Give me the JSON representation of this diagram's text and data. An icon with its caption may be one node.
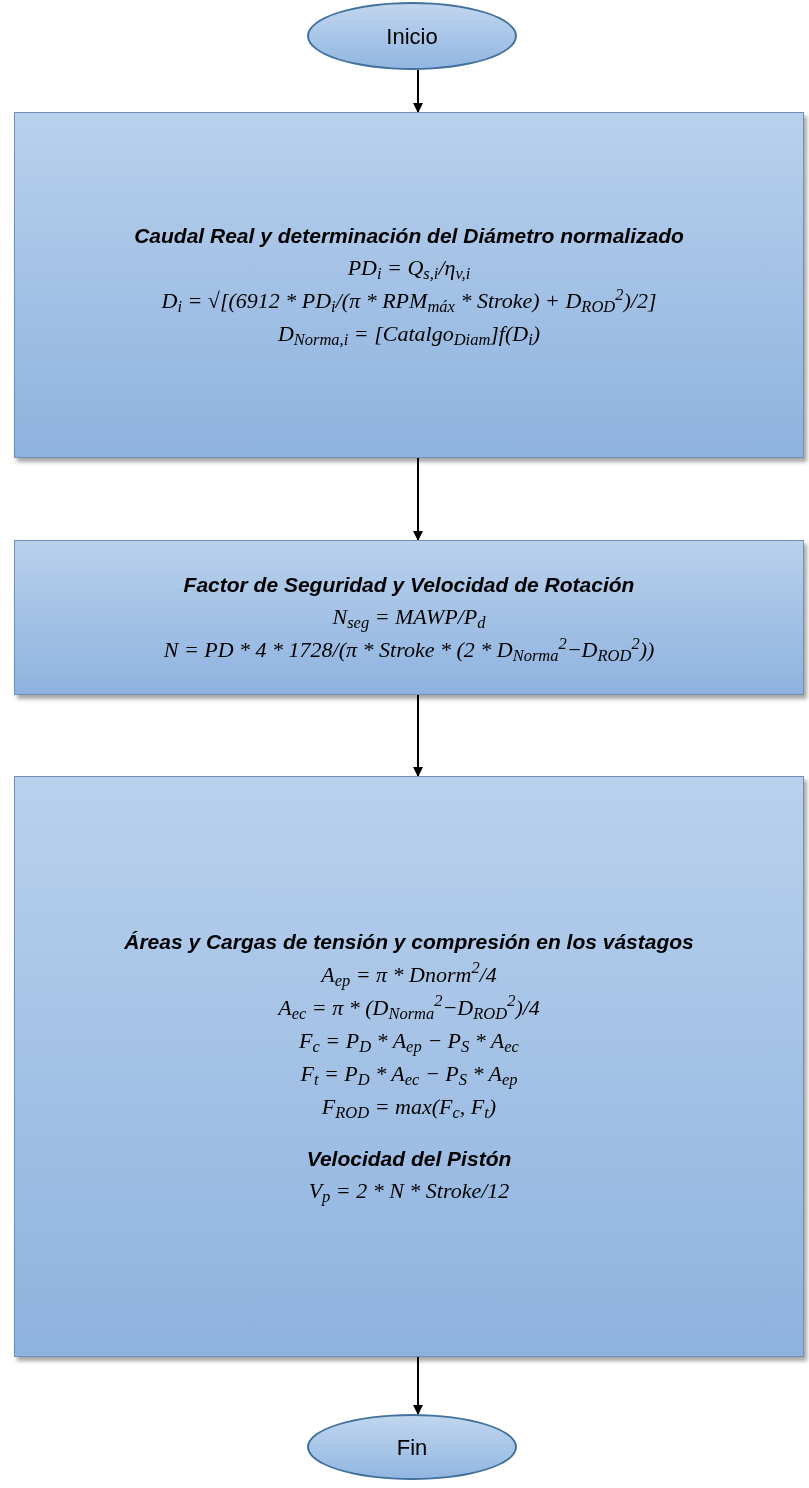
{
  "diagram": {
    "nodes": [
      {
        "text": [
          "Inicio"
        ]
      },
      {
        "text": [
          "Caudal Real y determinación del Diámetro normalizado",
          "PD$_{i}$ = Q$_{s,i}$/η$_{v,i}$",
          "D$_{i}$ = √[(6912 * PD$_{i}$/(π * RPM$_{máx}$ * Stroke) + D$_{ROD}$$^{2}$)/2]",
          "D$_{Norma,i}$ = [Catalgo$_{Diam}$]f(D$_{i}$)"
        ]
      },
      {
        "text": [
          "Factor de Seguridad y Velocidad de Rotación",
          "N$_{seg}$ = MAWP/P$_{d}$",
          "N = PD * 4 * 1728/(π * Stroke * (2 * D$_{Norma}$$^{2}$−D$_{ROD}$$^{2}$))"
        ]
      },
      {
        "text": [
          "Áreas y Cargas de tensión y compresión en los vástagos",
          "A$_{ep}$ = π * Dnorm$^{2}$/4",
          "A$_{ec}$ = π * (D$_{Norma}$$^{2}$−D$_{ROD}$$^{2}$)/4",
          "F$_{c}$ = P$_{D}$ * A$_{ep}$ − P$_{S}$ * A$_{ec}$",
          "F$_{t}$ = P$_{D}$ * A$_{ec}$ − P$_{S}$ * A$_{ep}$",
          "F$_{ROD}$ = max(F$_{c}$, F$_{t}$)",
          "Velocidad del Pistón",
          "V$_{p}$ = 2 * N * Stroke/12"
        ]
      },
      {
        "text": [
          "Fin"
        ]
      }
    ],
    "edges": [
      {
        "from": 0,
        "to": 1,
        "arrow": "to"
      },
      {
        "from": 1,
        "to": 2,
        "arrow": "to"
      },
      {
        "from": 2,
        "to": 3,
        "arrow": "to"
      },
      {
        "from": 3,
        "to": 4,
        "arrow": "to"
      }
    ]
  }
}
